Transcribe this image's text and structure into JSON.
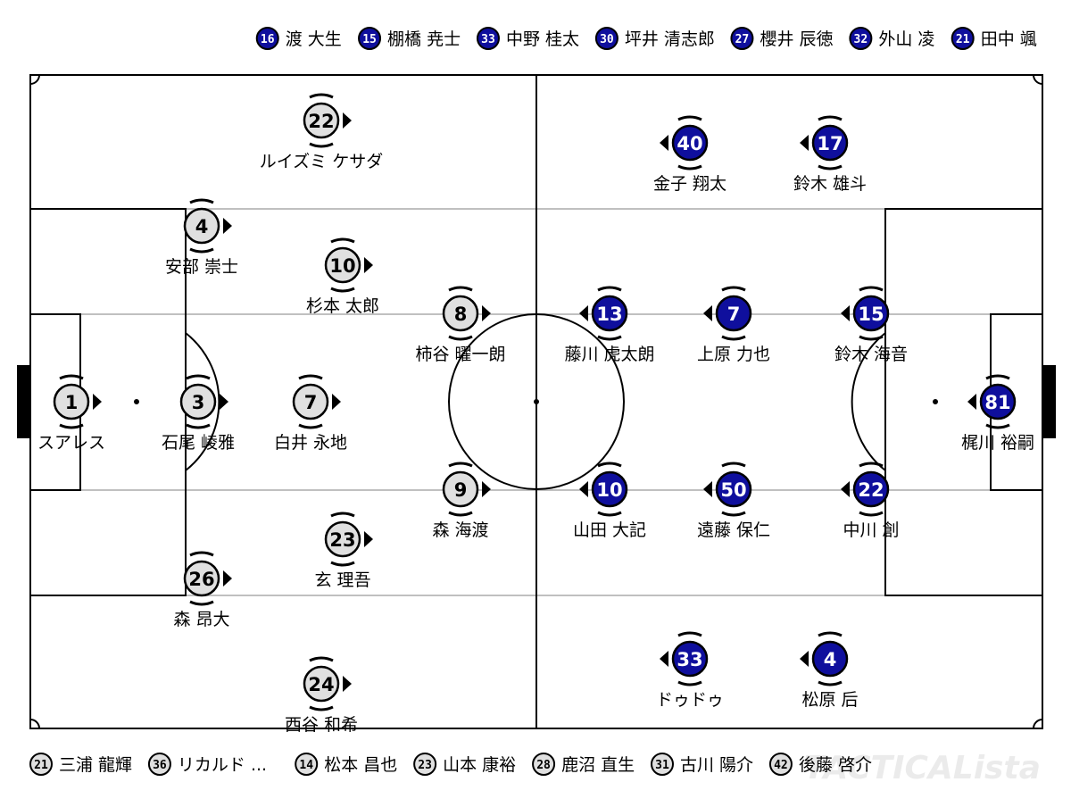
{
  "away_bench": [
    {
      "number": "16",
      "name": "渡 大生"
    },
    {
      "number": "15",
      "name": "棚橋 尭士"
    },
    {
      "number": "33",
      "name": "中野 桂太"
    },
    {
      "number": "30",
      "name": "坪井 清志郎"
    },
    {
      "number": "27",
      "name": "櫻井 辰徳"
    },
    {
      "number": "32",
      "name": "外山 凌"
    },
    {
      "number": "21",
      "name": "田中 颯"
    }
  ],
  "home_bench": [
    {
      "number": "21",
      "name": "三浦 龍輝"
    },
    {
      "number": "36",
      "name": "リカルド ..."
    },
    {
      "number": "14",
      "name": "松本 昌也"
    },
    {
      "number": "23",
      "name": "山本 康裕"
    },
    {
      "number": "28",
      "name": "鹿沼 直生"
    },
    {
      "number": "31",
      "name": "古川 陽介"
    },
    {
      "number": "42",
      "name": "後藤 啓介"
    }
  ],
  "home_players": [
    {
      "number": "1",
      "name": "スアレス"
    },
    {
      "number": "22",
      "name": "ルイズミ ケサダ"
    },
    {
      "number": "4",
      "name": "安部 崇士"
    },
    {
      "number": "3",
      "name": "石尾 崚雅"
    },
    {
      "number": "26",
      "name": "森 昂大"
    },
    {
      "number": "10",
      "name": "杉本 太郎"
    },
    {
      "number": "7",
      "name": "白井 永地"
    },
    {
      "number": "23",
      "name": "玄 理吾"
    },
    {
      "number": "24",
      "name": "西谷 和希"
    },
    {
      "number": "8",
      "name": "柿谷 曜一朗"
    },
    {
      "number": "9",
      "name": "森 海渡"
    }
  ],
  "away_players": [
    {
      "number": "81",
      "name": "梶川 裕嗣"
    },
    {
      "number": "17",
      "name": "鈴木 雄斗"
    },
    {
      "number": "15",
      "name": "鈴木 海音"
    },
    {
      "number": "22",
      "name": "中川 創"
    },
    {
      "number": "4",
      "name": "松原 后"
    },
    {
      "number": "40",
      "name": "金子 翔太"
    },
    {
      "number": "7",
      "name": "上原 力也"
    },
    {
      "number": "50",
      "name": "遠藤 保仁"
    },
    {
      "number": "33",
      "name": "ドゥドゥ"
    },
    {
      "number": "13",
      "name": "藤川 虎太朗"
    },
    {
      "number": "10",
      "name": "山田 大記"
    }
  ],
  "watermark": "TACTICALista",
  "colors": {
    "home_fill": "#e0e0e0",
    "away_fill": "#0f0f9d",
    "away_number": "#ffffff",
    "home_number": "#000000",
    "pitch_line": "#000000",
    "channel_line": "#c0c0c0"
  }
}
